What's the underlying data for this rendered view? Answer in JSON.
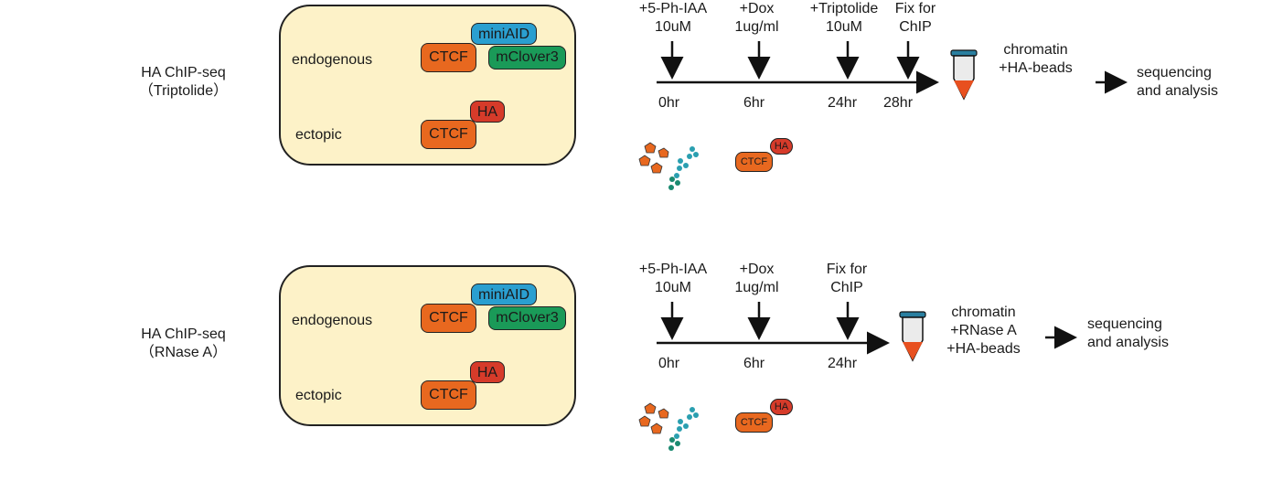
{
  "colors": {
    "cell_fill": "#fdf2c8",
    "ctcf": "#e8681f",
    "miniaid": "#2a9fd0",
    "mclover3": "#1a9a58",
    "ha": "#d63b2a",
    "tube_liquid": "#e8501f",
    "tube_cap": "#2a7fa0"
  },
  "panels": [
    {
      "title_line1": "HA ChIP-seq",
      "title_line2": "（Triptolide）",
      "cell": {
        "endogenous_label": "endogenous",
        "ectopic_label": "ectopic",
        "ctcf_endogenous": "CTCF",
        "miniaid": "miniAID",
        "mclover3": "mClover3",
        "ha": "HA",
        "ctcf_ectopic": "CTCF"
      },
      "treatments": [
        {
          "line1": "+5-Ph-IAA",
          "line2": "10uM",
          "time": "0hr"
        },
        {
          "line1": "+Dox",
          "line2": "1ug/ml",
          "time": "6hr"
        },
        {
          "line1": "+Triptolide",
          "line2": "10uM",
          "time": "24hr"
        },
        {
          "line1": "Fix for",
          "line2": "ChIP",
          "time": "28hr"
        }
      ],
      "tube_lines": [
        "chromatin",
        "+HA-beads"
      ],
      "final_lines": [
        "sequencing",
        "and analysis"
      ],
      "mini_ha": "HA",
      "mini_ctcf": "CTCF"
    },
    {
      "title_line1": "HA ChIP-seq",
      "title_line2": "（RNase A）",
      "cell": {
        "endogenous_label": "endogenous",
        "ectopic_label": "ectopic",
        "ctcf_endogenous": "CTCF",
        "miniaid": "miniAID",
        "mclover3": "mClover3",
        "ha": "HA",
        "ctcf_ectopic": "CTCF"
      },
      "treatments": [
        {
          "line1": "+5-Ph-IAA",
          "line2": "10uM",
          "time": "0hr"
        },
        {
          "line1": "+Dox",
          "line2": "1ug/ml",
          "time": "6hr"
        },
        {
          "line1": "Fix for",
          "line2": "ChIP",
          "time": "24hr"
        }
      ],
      "tube_lines": [
        "chromatin",
        "+RNase A",
        "+HA-beads"
      ],
      "final_lines": [
        "sequencing",
        "and analysis"
      ],
      "mini_ha": "HA",
      "mini_ctcf": "CTCF"
    }
  ]
}
